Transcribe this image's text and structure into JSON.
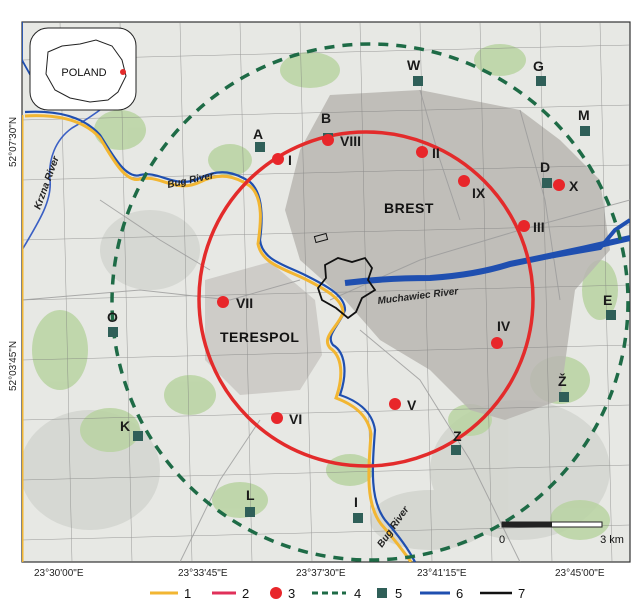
{
  "inset": {
    "label": "POLAND"
  },
  "cities": {
    "brest": "BREST",
    "terespol": "TERESPOL"
  },
  "rivers": {
    "bug_north": "Bug River",
    "bug_south": "Bug River",
    "krzna": "Krzna River",
    "muchawiec": "Muchawiec River"
  },
  "coords": {
    "x": [
      "23°30'00\"E",
      "23°33'45\"E",
      "23°37'30\"E",
      "23°41'15\"E",
      "23°45'00\"E"
    ],
    "y": [
      "52°07'30\"N",
      "52°03'45\"N"
    ]
  },
  "scale": {
    "start": "0",
    "end": "3 km"
  },
  "points": [
    "I",
    "II",
    "III",
    "IV",
    "V",
    "VI",
    "VII",
    "VIII",
    "IX",
    "X"
  ],
  "stations": [
    "A",
    "B",
    "D",
    "E",
    "G",
    "I",
    "K",
    "L",
    "M",
    "O",
    "W",
    "Z",
    "Ž"
  ],
  "legend": [
    "1",
    "2",
    "3",
    "4",
    "5",
    "6",
    "7"
  ],
  "colors": {
    "border": "#f2b632",
    "state_border": "#e0305a",
    "point": "#e8262a",
    "ring_outer": "#1e6b46",
    "station": "#2f5f58",
    "river": "#1f4fb0",
    "city_outline": "#111111",
    "circle": "#e32b2b"
  }
}
